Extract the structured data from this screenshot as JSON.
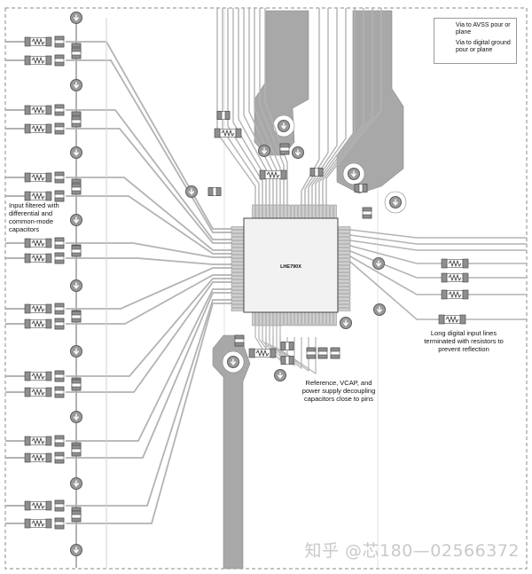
{
  "chip": {
    "label": "LHE790X"
  },
  "legend": {
    "items": [
      {
        "icon": "via-avss-icon",
        "text": "Via to AVSS pour or plane"
      },
      {
        "icon": "via-dgnd-icon",
        "text": "Via to digital ground pour or plane"
      }
    ]
  },
  "annotations": {
    "input_filter": "Input filtered with differential and common-mode capacitors",
    "decoupling": "Reference, VCAP, and power supply decoupling capacitors close to pins",
    "digital_lines": "Long digital input lines terminated with resistors to prevent reflection"
  },
  "watermark": "知乎 @芯180—02566372",
  "colors": {
    "trace": "#b3b3b3",
    "pour": "#a8a8a8",
    "component": "#8f8f8f",
    "pad": "#cfcfcf",
    "outline": "#4a4a4a",
    "chip_body": "#f2f2f2",
    "board_border": "#8a8a8a"
  }
}
